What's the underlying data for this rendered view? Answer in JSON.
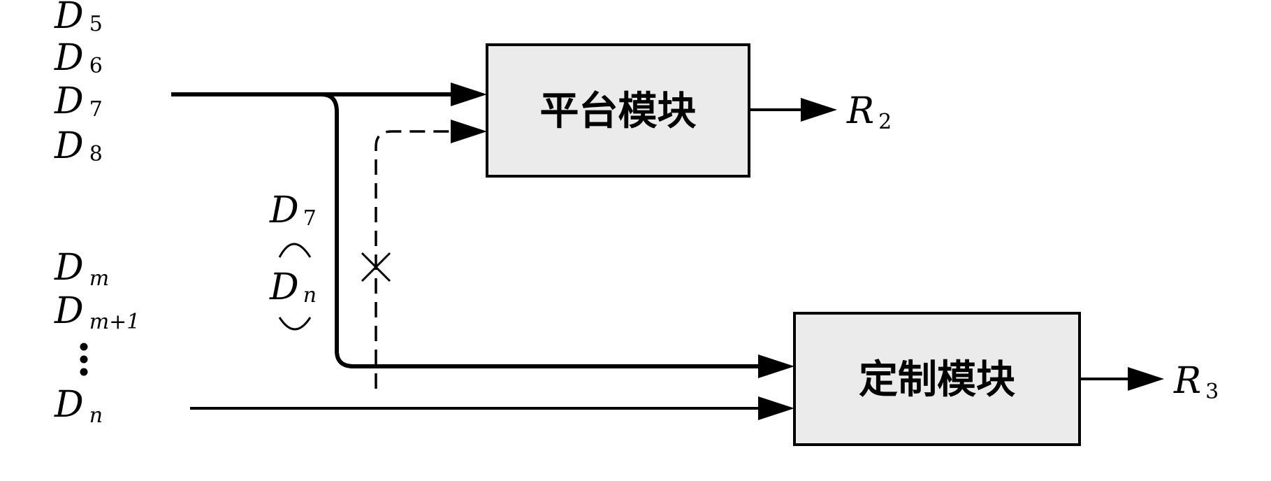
{
  "modules": {
    "platform": {
      "label": "平台模块",
      "output": {
        "base": "R",
        "sub": "2"
      }
    },
    "custom": {
      "label": "定制模块",
      "output": {
        "base": "R",
        "sub": "3"
      }
    }
  },
  "inputs_top": [
    {
      "base": "D",
      "sub": "5"
    },
    {
      "base": "D",
      "sub": "6"
    },
    {
      "base": "D",
      "sub": "7"
    },
    {
      "base": "D",
      "sub": "8"
    }
  ],
  "inputs_bottom": [
    {
      "base": "D",
      "sub": "m"
    },
    {
      "base": "D",
      "sub": "m+1"
    },
    {
      "base": "D",
      "sub": "n"
    }
  ],
  "range_label": {
    "from": {
      "base": "D",
      "sub": "7"
    },
    "to": {
      "base": "D",
      "sub": "n"
    }
  },
  "blocked_marker": "×"
}
